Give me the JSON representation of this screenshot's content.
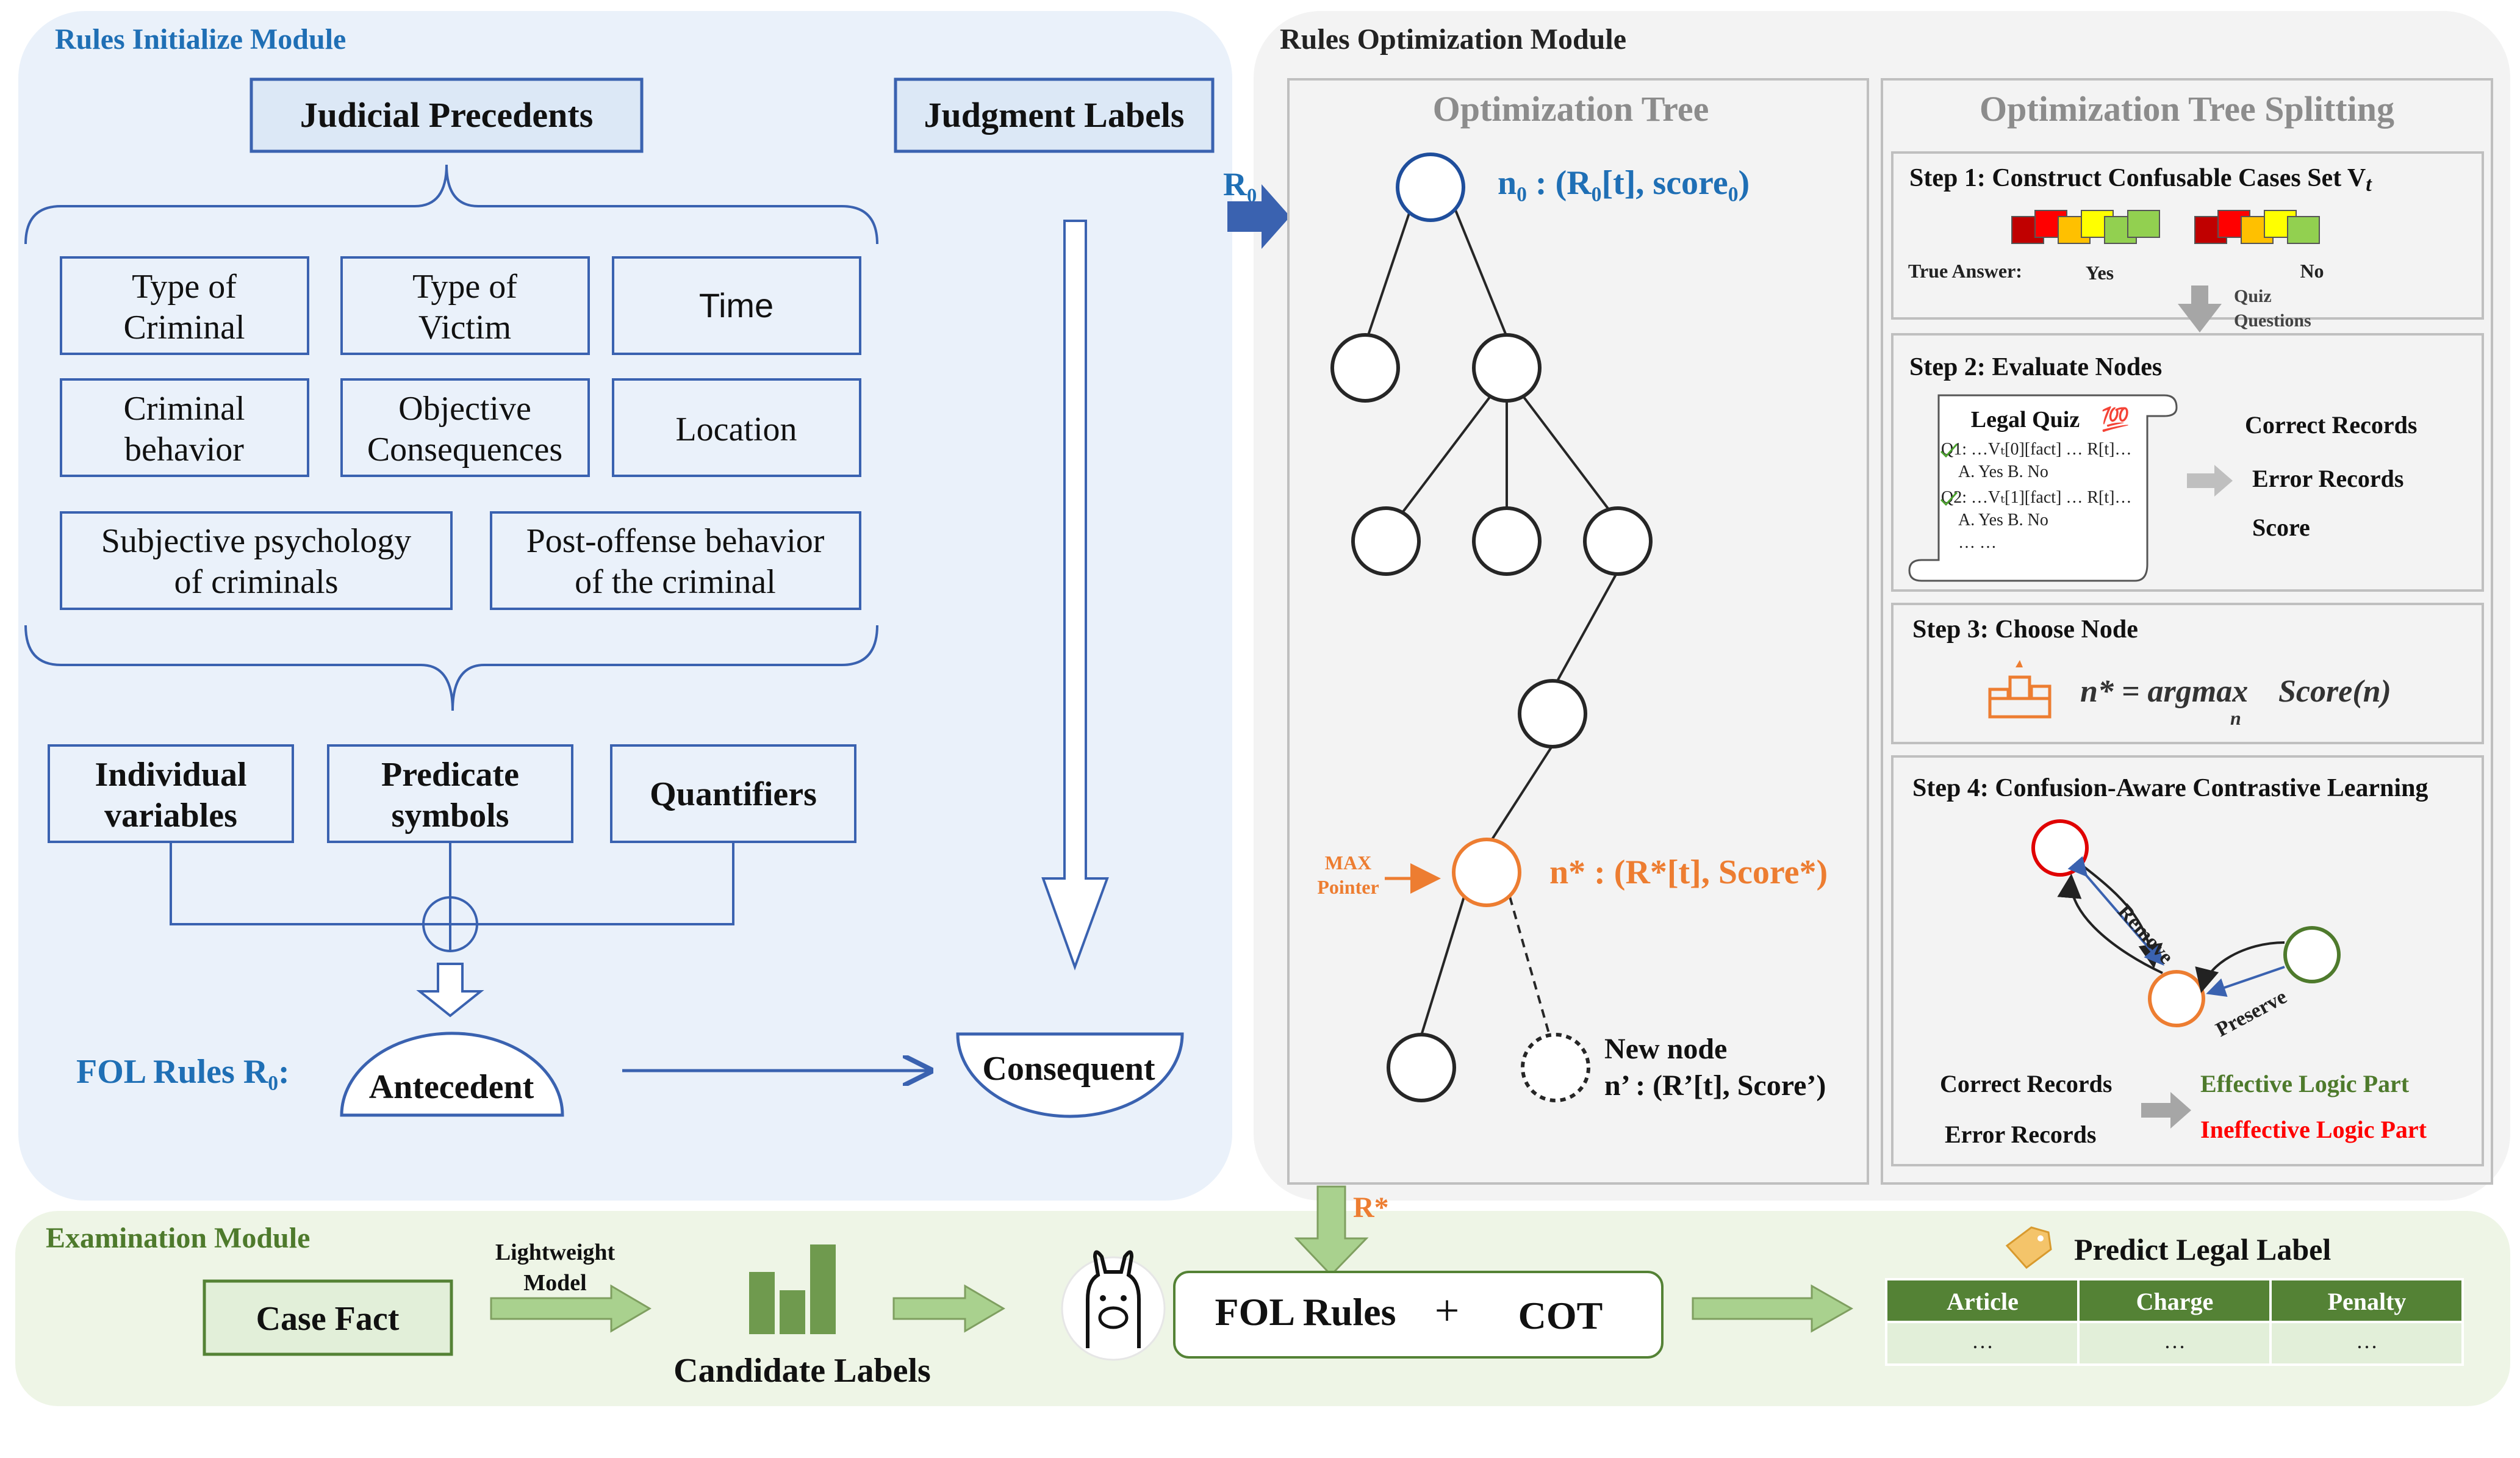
{
  "init_module": {
    "title": "Rules Initialize Module",
    "judicial_precedents": "Judicial Precedents",
    "judgment_labels": "Judgment Labels",
    "elements": [
      [
        "Type of",
        "Criminal"
      ],
      [
        "Type of",
        "Victim"
      ],
      [
        "Time"
      ],
      [
        "Criminal",
        "behavior"
      ],
      [
        "Objective",
        "Consequences"
      ],
      [
        "Location"
      ],
      [
        "Subjective psychology",
        "of criminals"
      ],
      [
        "Post-offense behavior",
        "of the criminal"
      ]
    ],
    "fol_parts": [
      [
        "Individual",
        "variables"
      ],
      [
        "Predicate",
        "symbols"
      ],
      [
        "Quantifiers"
      ]
    ],
    "fol_rules": "FOL Rules R₀:",
    "antecedent": "Antecedent",
    "consequent": "Consequent",
    "r0": "R₀"
  },
  "opt_module": {
    "title": "Rules Optimization Module",
    "tree_title": "Optimization Tree",
    "splitting_title": "Optimization Tree Splitting",
    "root_label": "n₀ : (R₀[t], score₀)",
    "max_pointer": [
      "MAX",
      "Pointer"
    ],
    "best_label": "n* : (R*[t], Score*)",
    "new_node": [
      "New node",
      "n’ : (R’[t], Score’)"
    ],
    "step1": {
      "title": "Step 1: Construct Confusable Cases Set V",
      "title_sub": "t",
      "true_answer": "True Answer:",
      "yes": "Yes",
      "no": "No",
      "quiz": [
        "Quiz",
        "Questions"
      ],
      "yes_colors": [
        "#c00000",
        "#ff0000",
        "#ffc000",
        "#ffff00",
        "#92d050",
        "#92d050"
      ],
      "no_colors": [
        "#c00000",
        "#ff0000",
        "#ffc000",
        "#ffff00",
        "#92d050"
      ]
    },
    "step2": {
      "title": "Step 2: Evaluate Nodes",
      "quiz_title": "Legal Quiz",
      "quiz_emoji": "💯",
      "q1": "Q1: …Vₜ[0][fact] … R[t]…",
      "q1_opts": "A. Yes   B. No",
      "q2": "Q2: …Vₜ[1][fact] … R[t]…",
      "q2_opts": "A. Yes   B. No",
      "more": "…  …",
      "outputs": [
        "Correct Records",
        "Error Records",
        "Score"
      ]
    },
    "step3": {
      "title": "Step 3: Choose Node",
      "formula_left": "n* = argmax",
      "formula_sub": "n",
      "formula_right": "Score(n)"
    },
    "step4": {
      "title": "Step 4: Confusion-Aware Contrastive Learning",
      "remove": "Remove",
      "preserve": "Preserve",
      "left": [
        "Correct Records",
        "Error Records"
      ],
      "right": [
        "Effective Logic Part",
        "Ineffective Logic Part"
      ]
    },
    "r_star": "R*"
  },
  "exam_module": {
    "title": "Examination Module",
    "case_fact": "Case Fact",
    "lightweight": [
      "Lightweight",
      "Model"
    ],
    "candidate": "Candidate Labels",
    "fol_rules": "FOL Rules",
    "plus": "+",
    "cot": "COT",
    "predict": "Predict Legal Label",
    "table_headers": [
      "Article",
      "Charge",
      "Penalty"
    ],
    "table_cells": [
      "…",
      "…",
      "…"
    ]
  },
  "colors": {
    "blue_text": "#1f6fb5",
    "orange": "#ed7d31",
    "green_dark": "#4e7a2c",
    "green_header": "#548235",
    "red": "#ff0000",
    "node": "#262626"
  }
}
